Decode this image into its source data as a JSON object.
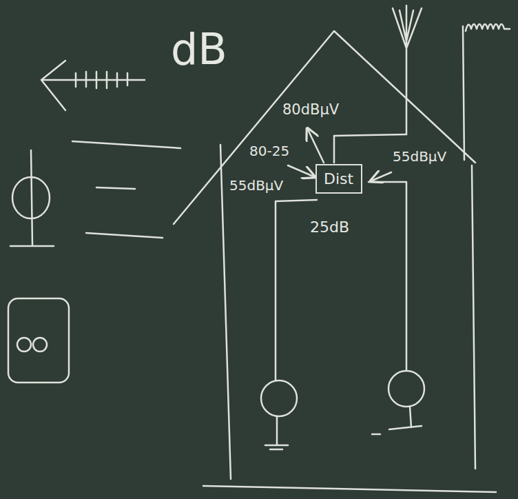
{
  "diagram": {
    "nodes": [
      {
        "text": [
          "Dist"
        ]
      }
    ],
    "labels": [
      "dB",
      "80dBμV",
      "80-25",
      "55dBμV",
      "55dBμV",
      "25dB"
    ]
  }
}
